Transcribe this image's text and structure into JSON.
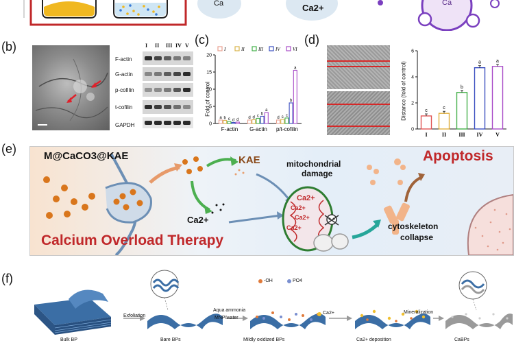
{
  "panel_labels": {
    "b": "(b)",
    "c": "(c)",
    "d": "(d)",
    "e": "(e)",
    "f": "(f)"
  },
  "top_strip": {
    "ion_1": "Ca",
    "ion_2": "Ca2+",
    "ion_3": "Ca"
  },
  "panel_b": {
    "lanes": [
      "I",
      "II",
      "III",
      "IV",
      "V"
    ],
    "bands": [
      "F-actin",
      "G-actin",
      "p-cofilin",
      "t-cofilin",
      "GAPDH"
    ]
  },
  "panel_c": {
    "legend": [
      "I",
      "II",
      "III",
      "IV",
      "VI"
    ],
    "ylabel": "Fold of control",
    "y_ticks": [
      "0",
      "5",
      "10",
      "15",
      "20"
    ],
    "groups": [
      "F-actin",
      "G-actin",
      "p/t-cofilin"
    ]
  },
  "panel_d": {
    "ylabel": "Distance (fold of control)",
    "y_ticks": [
      "0",
      "2",
      "4",
      "6"
    ],
    "categories": [
      "I",
      "II",
      "III",
      "IV",
      "V"
    ]
  },
  "chart_data": [
    {
      "type": "bar",
      "ylabel": "Fold of control",
      "ylim": [
        0,
        20
      ],
      "categories": [
        "F-actin",
        "G-actin",
        "p/t-cofilin"
      ],
      "series": [
        {
          "name": "I",
          "values": [
            1.0,
            1.0,
            1.0
          ],
          "letters": [
            "a",
            "d",
            "d"
          ]
        },
        {
          "name": "II",
          "values": [
            0.9,
            1.1,
            1.2
          ],
          "letters": [
            "b",
            "d",
            "c"
          ]
        },
        {
          "name": "III",
          "values": [
            0.6,
            1.5,
            1.6
          ],
          "letters": [
            "c",
            "c",
            "c"
          ]
        },
        {
          "name": "IV",
          "values": [
            0.3,
            2.1,
            6.0
          ],
          "letters": [
            "d",
            "b",
            "b"
          ]
        },
        {
          "name": "VI",
          "values": [
            0.4,
            3.2,
            15.5
          ],
          "letters": [
            "d",
            "a",
            "a"
          ]
        }
      ],
      "colors": [
        "#e8a090",
        "#d9b34a",
        "#44b04a",
        "#3b4fc0",
        "#a84cc8"
      ]
    },
    {
      "type": "bar",
      "ylabel": "Distance (fold of control)",
      "ylim": [
        0,
        6
      ],
      "categories": [
        "I",
        "II",
        "III",
        "IV",
        "V"
      ],
      "values": [
        1.0,
        1.2,
        2.8,
        4.7,
        4.8
      ],
      "letters": [
        "c",
        "c",
        "b",
        "a",
        "a"
      ],
      "colors": [
        "#e05555",
        "#e0b040",
        "#44b04a",
        "#3b4fc0",
        "#a84cc8"
      ]
    }
  ],
  "panel_e": {
    "title_left": "M@CaCO3@KAE",
    "kae": "KAE",
    "ca_ion": "Ca2+",
    "mito_label_1": "mitochondrial",
    "mito_label_2": "damage",
    "mito_ca": [
      "Ca2+",
      "Ca2+",
      "Ca2+",
      "Ca2+"
    ],
    "apoptosis": "Apoptosis",
    "cyto_1": "cytoskeleton",
    "cyto_2": "collapse",
    "bottom_title": "Calcium Overload Therapy"
  },
  "panel_f": {
    "step_1": "Exfoliation",
    "step_2a": "Aqua ammonia",
    "step_2b": "MNP/water",
    "step_3": "Ca2+",
    "step_4": "Mineralization",
    "legend_oh": "-OH",
    "legend_po": "PO4",
    "bottom_labels": [
      "Bulk BP",
      "Bare BPs",
      "Mildly oxidized BPs",
      "Ca2+ deposition",
      "CaBPs"
    ]
  }
}
